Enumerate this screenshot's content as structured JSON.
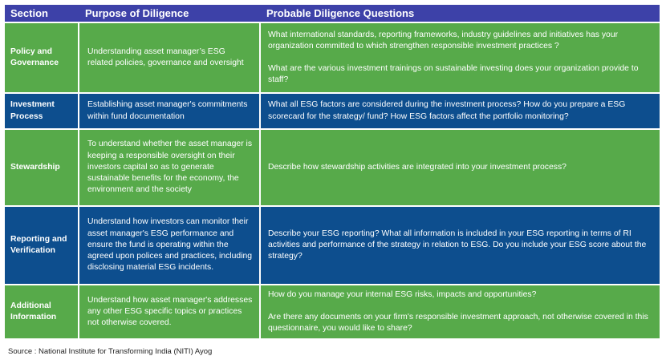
{
  "table": {
    "headers": [
      "Section",
      "Purpose of Diligence",
      "Probable Diligence Questions"
    ],
    "rows": [
      {
        "section": "Policy and Governance",
        "purpose": "Understanding asset manager’s ESG related policies, governance and oversight",
        "questions": [
          "What international standards, reporting frameworks, industry guidelines and initiatives has your organization committed to which strengthen responsible investment practices ?",
          "What are the various investment trainings on sustainable investing does your organization provide to staff?"
        ]
      },
      {
        "section": "Investment Process",
        "purpose": "Establishing asset manager's com­mitments within fund documentation",
        "questions": [
          "What all ESG factors are considered during the investment process? How do you prepare a ESG scorecard for the strategy/ fund? How ESG factors affect the portfolio monitoring?"
        ]
      },
      {
        "section": "Stewardship",
        "purpose": "To understand whether the asset manager is keeping a  responsible oversight on their investors capital so as to generate sustainable benefits for the economy, the environment and the society",
        "questions": [
          "Describe how stewardship activities are integrated into your investment process?"
        ]
      },
      {
        "section": "Reporting and Verification",
        "purpose": "Understand how investors can moni­tor their asset manager's ESG perfor­mance and ensure the fund is operat­ing within the agreed upon polices and practices, including disclosing materi­al ESG incidents.",
        "questions": [
          "Describe your ESG reporting? What all information is included in your ESG reporting in terms of RI activities and performance of the strategy in relation to ESG. Do you include your ESG score about the strategy?"
        ]
      },
      {
        "section": "Additional Information",
        "purpose": "Understand how asset manager's addresses any other ESG specific topics or practices not otherwise covered.",
        "questions": [
          "How do you manage your internal ESG risks, impacts and opportunities?",
          "Are there any documents on your firm's responsible investment approach, not otherwise covered in this questionnaire, you would like to share?"
        ]
      }
    ]
  },
  "source": "Source : National Institute for Transforming India (NITI) Ayog",
  "colors": {
    "header": "#3d41a8",
    "green_row": "#57aa4a",
    "blue_row": "#0d4e8e"
  }
}
